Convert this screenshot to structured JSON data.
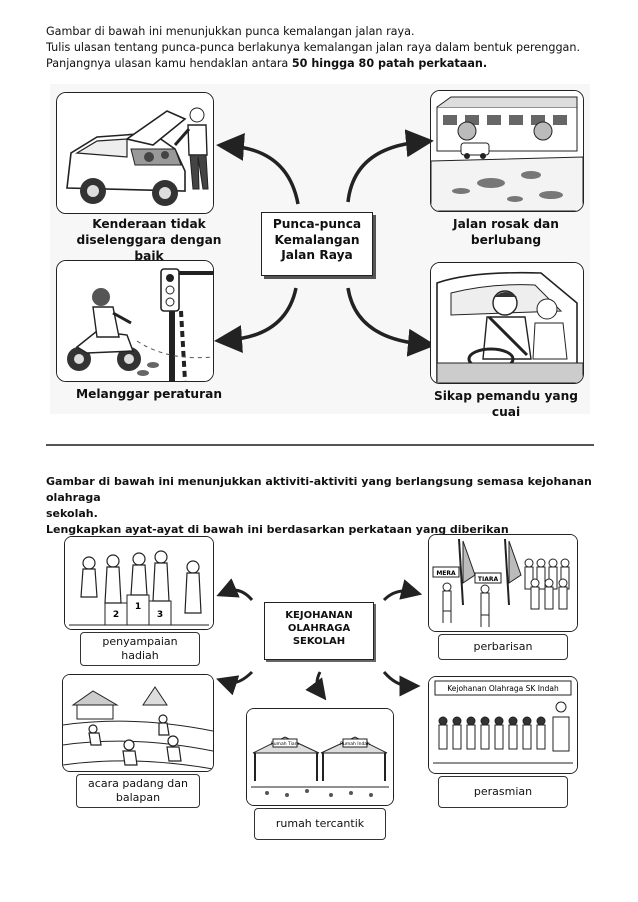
{
  "section1": {
    "lines": [
      "Gambar di bawah ini menunjukkan punca kemalangan jalan raya.",
      "Tulis ulasan tentang punca-punca berlakunya kemalangan jalan raya dalam bentuk perenggan."
    ],
    "line3_prefix": "Panjangnya ulasan kamu hendaklan antara ",
    "line3_bold": "50 hingga 80 patah perkataan.",
    "center": [
      "Punca-punca",
      "Kemalangan",
      "Jalan Raya"
    ],
    "captions": {
      "top_left": [
        "Kenderaan tidak",
        "diselenggara dengan baik"
      ],
      "top_right": [
        "Jalan rosak dan",
        "berlubang"
      ],
      "bottom_left": [
        "Melanggar peraturan"
      ],
      "bottom_right": [
        "Sikap pemandu yang cuai"
      ]
    }
  },
  "section2": {
    "line1": "Gambar di bawah ini menunjukkan aktiviti-aktiviti yang berlangsung semasa kejohanan olahraga",
    "line2": "sekolah.",
    "line3": "Lengkapkan ayat-ayat di bawah ini berdasarkan perkataan yang diberikan",
    "center": [
      "KEJOHANAN",
      "OLAHRAGA",
      "SEKOLAH"
    ],
    "labels": {
      "top_left": [
        "penyampaian",
        "hadiah"
      ],
      "top_right": [
        "perbarisan"
      ],
      "mid_left": [
        "acara padang dan",
        "balapan"
      ],
      "mid_right": [
        "perasmian"
      ],
      "bottom": [
        "rumah tercantik"
      ]
    },
    "sign_text": "Kejohanan Olahraga SK Indah",
    "flag_labels": [
      "MERA",
      "TIARA"
    ],
    "podium_numbers": [
      "2",
      "1",
      "3"
    ],
    "house_signs": [
      "Rumah Tiara",
      "Rumah Indah"
    ]
  }
}
